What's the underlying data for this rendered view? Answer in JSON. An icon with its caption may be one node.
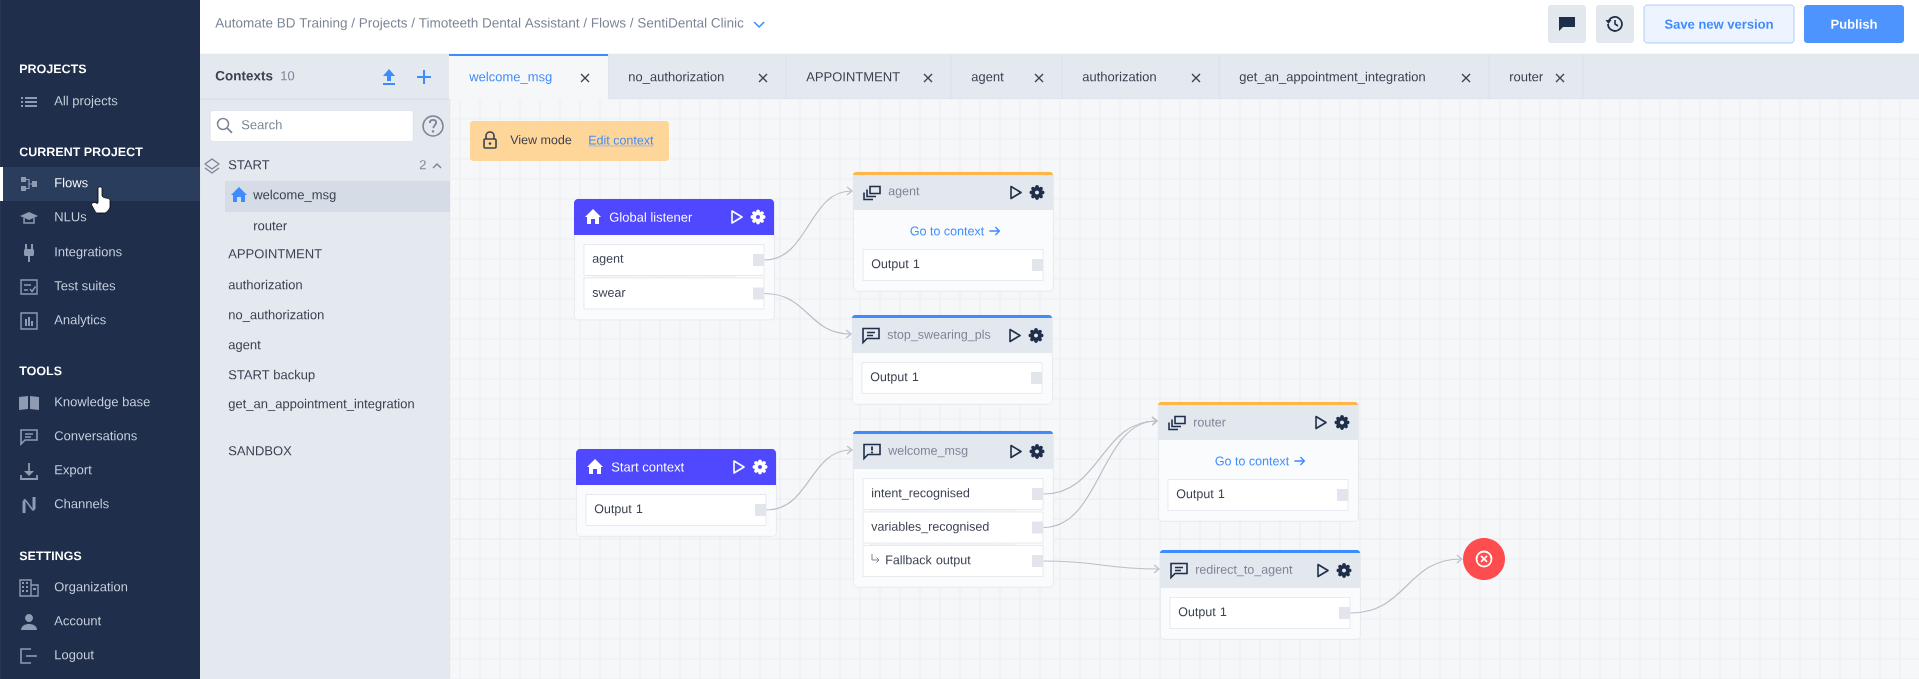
{
  "diagram": {
    "nodes": [
      {
        "text": [
          "Global listener"
        ]
      },
      {
        "text": [
          "agent"
        ],
        "in": 0
      },
      {
        "text": [
          "swear"
        ],
        "in": 0
      },
      {
        "text": [
          "agent",
          "Go to context"
        ]
      },
      {
        "text": [
          "Output 1"
        ],
        "in": 3
      },
      {
        "text": [
          "stop_swearing_pls"
        ]
      },
      {
        "text": [
          "Output 1"
        ],
        "in": 5
      },
      {
        "text": [
          "Start context"
        ]
      },
      {
        "text": [
          "Output 1"
        ],
        "in": 7
      },
      {
        "text": [
          "welcome_msg"
        ]
      },
      {
        "text": [
          "intent_recognised"
        ],
        "in": 9
      },
      {
        "text": [
          "variables_recognised"
        ],
        "in": 9
      },
      {
        "text": [
          "Fallback output"
        ],
        "in": 9
      },
      {
        "text": [
          "router",
          "Go to context"
        ]
      },
      {
        "text": [
          "Output 1"
        ],
        "in": 13
      },
      {
        "text": [
          "redirect_to_agent"
        ]
      },
      {
        "text": [
          "Output 1"
        ],
        "in": 15
      },
      {
        "text": [],
        "shape": "circle"
      }
    ],
    "edges": [
      {
        "from": 1,
        "to": 3,
        "arrow": "to"
      },
      {
        "from": 2,
        "to": 5,
        "arrow": "to"
      },
      {
        "from": 8,
        "to": 9,
        "arrow": "to"
      },
      {
        "from": 10,
        "to": 13,
        "arrow": "to"
      },
      {
        "from": 11,
        "to": 13,
        "arrow": "to"
      },
      {
        "from": 12,
        "to": 15,
        "arrow": "to"
      },
      {
        "from": 16,
        "to": 17,
        "arrow": "to"
      }
    ],
    "labels": [
      "Automate BD Training / Projects / Timoteeth Dental Assistant / Flows / SentiDental Clinic",
      "Save new version",
      "Publish",
      "PROJECTS",
      "All projects",
      "CURRENT PROJECT",
      "Flows",
      "NLUs",
      "Integrations",
      "Test suites",
      "Analytics",
      "TOOLS",
      "Knowledge base",
      "Conversations",
      "Export",
      "Channels",
      "SETTINGS",
      "Organization",
      "Account",
      "Logout",
      "Contexts",
      "10",
      "Search",
      "START",
      "2",
      "welcome_msg",
      "router",
      "APPOINTMENT",
      "authorization",
      "no_authorization",
      "agent",
      "START backup",
      "get_an_appointment_integration",
      "SANDBOX",
      "welcome_msg",
      "no_authorization",
      "APPOINTMENT",
      "agent",
      "authorization",
      "get_an_appointment_integration",
      "router",
      "View mode",
      "Edit context"
    ]
  }
}
